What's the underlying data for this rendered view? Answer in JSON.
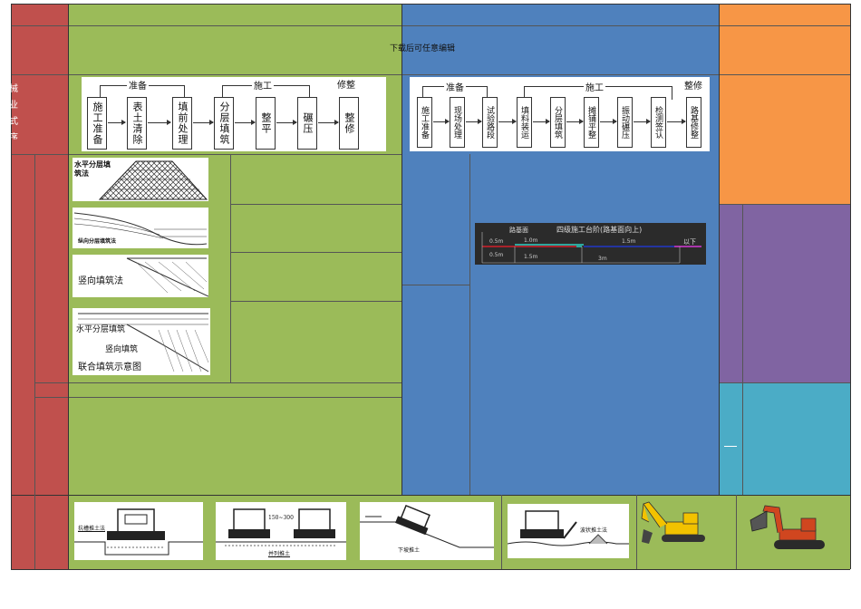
{
  "header": {
    "edit_notice": "下载后可任意编辑"
  },
  "side_labels": [
    "械",
    "业",
    "式",
    "序"
  ],
  "flow_left": {
    "groups": [
      "准备",
      "施工",
      "修整"
    ],
    "steps": [
      "施工准备",
      "表土清除",
      "填前处理",
      "分层填筑",
      "整平",
      "碾压",
      "整修"
    ]
  },
  "flow_right": {
    "groups": [
      "准备",
      "施工",
      "整修"
    ],
    "steps": [
      "施工准备",
      "现场处理",
      "试验路段",
      "填料装运",
      "分层填筑",
      "摊铺平整",
      "振动碾压",
      "检测签认",
      "路基修整"
    ]
  },
  "fill_methods": {
    "horizontal": "水平分层填筑法",
    "longitudinal": "纵向分层填筑法",
    "vertical": "竖向填筑法",
    "combined_horizontal": "水平分层填筑",
    "combined_vertical": "竖向填筑",
    "combined_caption": "联合填筑示意图"
  },
  "steps_diagram": {
    "title": "四级施工台阶(路基面向上)",
    "top_label": "路基面",
    "below_label": "以下",
    "dims_top": [
      "0.5m",
      "1.0m",
      "1.5m"
    ],
    "dims_bottom": [
      "0.5m",
      "1.5m",
      "3m"
    ],
    "colors": {
      "background": "#2b2b2b",
      "line1": "#d21f2a",
      "line2": "#2fd1c4",
      "line3": "#2238c8",
      "line4": "#d43bd6"
    }
  },
  "bottom_images": {
    "trench": "抗槽推土法",
    "parallel": "并列推土",
    "parallel_dim": "150~300",
    "downhill": "下坡推土",
    "intermittent": "波状推土法"
  },
  "colors": {
    "red": "#c0504d",
    "green": "#9bbb59",
    "blue": "#4f81bd",
    "orange": "#f79646",
    "purple": "#8064a2",
    "teal": "#4bacc6"
  }
}
